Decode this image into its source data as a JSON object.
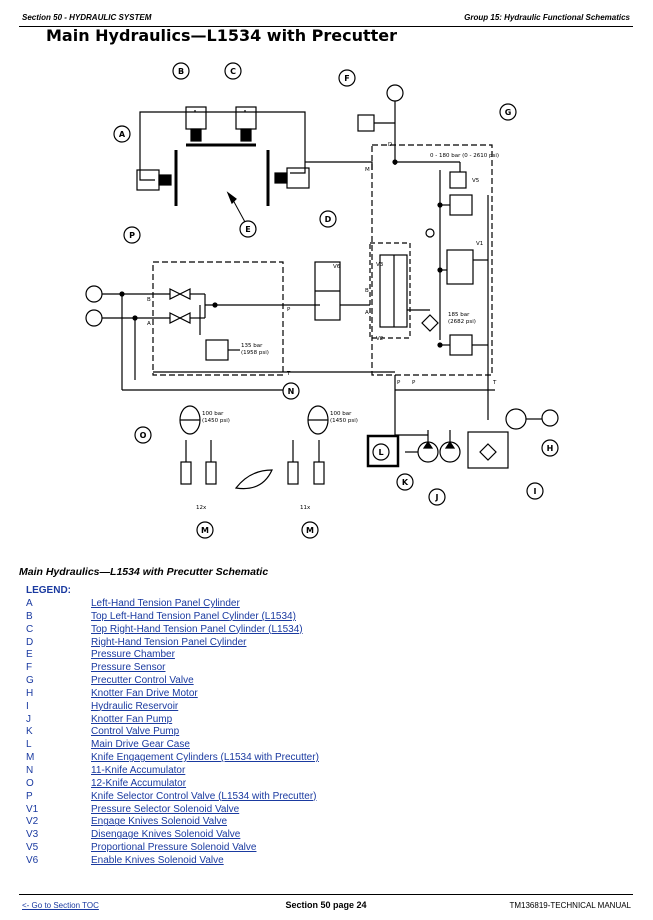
{
  "header": {
    "section": "Section 50 - HYDRAULIC SYSTEM",
    "group": "Group 15: Hydraulic Functional Schematics"
  },
  "page_title": "Main Hydraulics—L1534 with Precutter",
  "schematic": {
    "callouts": [
      "A",
      "B",
      "C",
      "D",
      "E",
      "F",
      "G",
      "H",
      "I",
      "J",
      "K",
      "L",
      "M",
      "M",
      "N",
      "O",
      "P"
    ],
    "pressure_range": "0 - 180 bar (0 - 2610 psi)",
    "relief_185": "185 bar",
    "relief_185_psi": "(2682 psi)",
    "relief_135": "135 bar",
    "relief_135_psi": "(1958 psi)",
    "accum_n": "100 bar",
    "accum_n_psi": "(1450 psi)",
    "accum_o": "100 bar",
    "accum_o_psi": "(1450 psi)",
    "count_12": "12x",
    "count_11": "11x",
    "valve_labels": [
      "V1",
      "V2",
      "V3",
      "V5",
      "V6"
    ],
    "port_labels": [
      "D",
      "M",
      "B",
      "A",
      "P",
      "T",
      "B",
      "A",
      "P",
      "T",
      "P"
    ]
  },
  "caption": "Main Hydraulics—L1534 with Precutter Schematic",
  "legend_title": "LEGEND:",
  "legend": [
    {
      "key": "A",
      "label": "Left-Hand Tension Panel Cylinder"
    },
    {
      "key": "B",
      "label": "Top Left-Hand Tension Panel Cylinder (L1534)"
    },
    {
      "key": "C",
      "label": "Top Right-Hand Tension Panel Cylinder (L1534)"
    },
    {
      "key": "D",
      "label": "Right-Hand Tension Panel Cylinder"
    },
    {
      "key": "E",
      "label": "Pressure Chamber"
    },
    {
      "key": "F",
      "label": "Pressure Sensor"
    },
    {
      "key": "G",
      "label": "Precutter Control Valve"
    },
    {
      "key": "H",
      "label": "Knotter Fan Drive Motor"
    },
    {
      "key": "I",
      "label": "Hydraulic Reservoir"
    },
    {
      "key": "J",
      "label": "Knotter Fan Pump"
    },
    {
      "key": "K",
      "label": "Control Valve Pump"
    },
    {
      "key": "L",
      "label": "Main Drive Gear Case"
    },
    {
      "key": "M",
      "label": "Knife Engagement Cylinders (L1534 with Precutter)"
    },
    {
      "key": "N",
      "label": "11-Knife Accumulator"
    },
    {
      "key": "O",
      "label": "12-Knife Accumulator"
    },
    {
      "key": "P",
      "label": "Knife Selector Control Valve (L1534 with Precutter)"
    },
    {
      "key": "V1",
      "label": "Pressure Selector Solenoid Valve"
    },
    {
      "key": "V2",
      "label": "Engage Knives Solenoid Valve"
    },
    {
      "key": "V3",
      "label": "Disengage Knives Solenoid Valve"
    },
    {
      "key": "V5",
      "label": "Proportional Pressure Solenoid Valve"
    },
    {
      "key": "V6",
      "label": "Enable Knives Solenoid Valve"
    }
  ],
  "footer": {
    "toc_link": "<- Go to Section TOC",
    "page": "Section 50 page 24",
    "manual": "TM136819-TECHNICAL MANUAL"
  }
}
